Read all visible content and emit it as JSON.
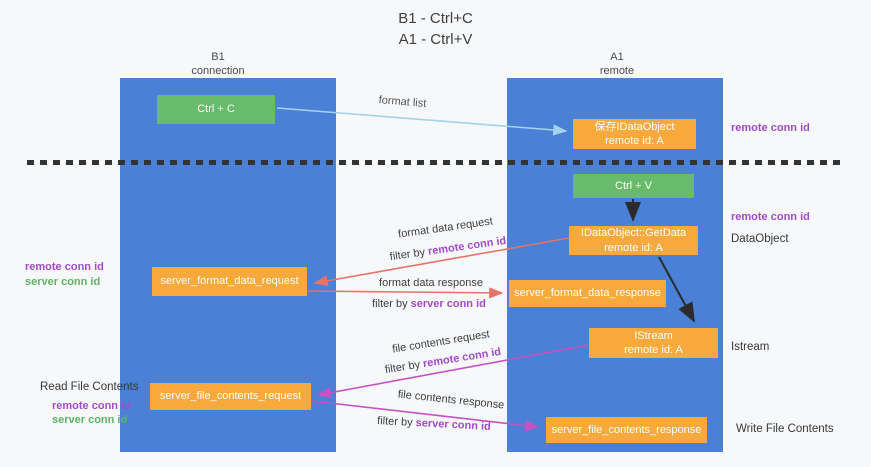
{
  "title": {
    "line1": "B1 - Ctrl+C",
    "line2": "A1 - Ctrl+V"
  },
  "columns": {
    "left": {
      "header_line1": "B1",
      "header_line2": "connection"
    },
    "right": {
      "header_line1": "A1",
      "header_line2": "remote"
    }
  },
  "boxes": {
    "ctrl_c": "Ctrl + C",
    "ctrl_v": "Ctrl + V",
    "save_idataobject": {
      "line1": "保存IDataObject",
      "line2": "remote id: A"
    },
    "getdata": {
      "line1": "IDataObject::GetData",
      "line2": "remote id: A"
    },
    "istream": {
      "line1": "IStream",
      "line2": "remote id: A"
    },
    "server_format_data_request": "server_format_data_request",
    "server_format_data_response": "server_format_data_response",
    "server_file_contents_request": "server_file_contents_request",
    "server_file_contents_response": "server_file_contents_response"
  },
  "annotations": {
    "format_list": "format list",
    "format_data_request": "format data request",
    "format_data_response": "format data response",
    "file_contents_request": "file contents request",
    "file_contents_response": "file contents response",
    "filter_by": "filter by",
    "remote_conn_id": "remote conn id",
    "server_conn_id": "server conn id"
  },
  "side_labels": {
    "right_top_remote_conn_id": "remote conn id",
    "right_mid_remote_conn_id": "remote conn id",
    "dataobject": "DataObject",
    "istream": "Istream",
    "write_file_contents": "Write File Contents",
    "left_remote_conn_id": "remote conn id",
    "left_server_conn_id": "server conn id",
    "read_file_contents": "Read File Contents",
    "left_bottom_remote_conn_id": "remote conn id",
    "left_bottom_server_conn_id": "server conn id"
  },
  "colors": {
    "bg": "#f7f8fa",
    "column_blue": "#4a80d6",
    "box_green": "#67bb6a",
    "box_orange": "#f7a93c",
    "arrow_light_blue": "#a5d2ee",
    "arrow_salmon": "#e57368",
    "arrow_magenta": "#c551c3",
    "arrow_black": "#2b2b2b",
    "label_purple": "#a24bc8",
    "label_green": "#5db463"
  }
}
